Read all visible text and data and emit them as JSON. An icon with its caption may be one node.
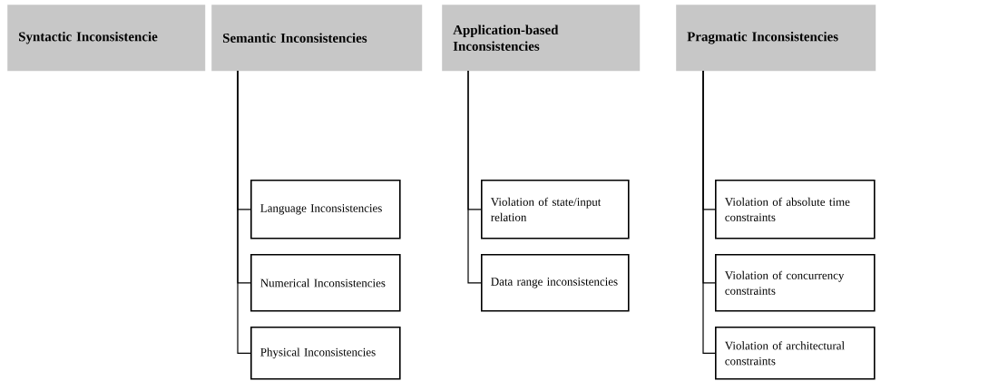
{
  "diagram": {
    "nodes": [
      {
        "text": [
          "Syntactic Inconsistencie"
        ]
      },
      {
        "text": [
          "Semantic Inconsistencies"
        ]
      },
      {
        "text": [
          "Application-based Inconsistencies"
        ]
      },
      {
        "text": [
          "Pragmatic Inconsistencies"
        ]
      },
      {
        "text": [
          "Language Inconsistencies"
        ]
      },
      {
        "text": [
          "Numerical Inconsistencies"
        ]
      },
      {
        "text": [
          "Physical Inconsistencies"
        ]
      },
      {
        "text": [
          "Violation of state/input relation"
        ]
      },
      {
        "text": [
          "Data range inconsistencies"
        ]
      },
      {
        "text": [
          "Violation of absolute time constraints"
        ]
      },
      {
        "text": [
          "Violation of concurrency constraints"
        ]
      },
      {
        "text": [
          "Violation of architectural constraints"
        ]
      }
    ],
    "edges": [
      {
        "from": 1,
        "to": 4,
        "arrow": "none"
      },
      {
        "from": 1,
        "to": 5,
        "arrow": "none"
      },
      {
        "from": 1,
        "to": 6,
        "arrow": "none"
      },
      {
        "from": 2,
        "to": 7,
        "arrow": "none"
      },
      {
        "from": 2,
        "to": 8,
        "arrow": "none"
      },
      {
        "from": 3,
        "to": 9,
        "arrow": "none"
      },
      {
        "from": 3,
        "to": 10,
        "arrow": "none"
      },
      {
        "from": 3,
        "to": 11,
        "arrow": "none"
      }
    ]
  }
}
